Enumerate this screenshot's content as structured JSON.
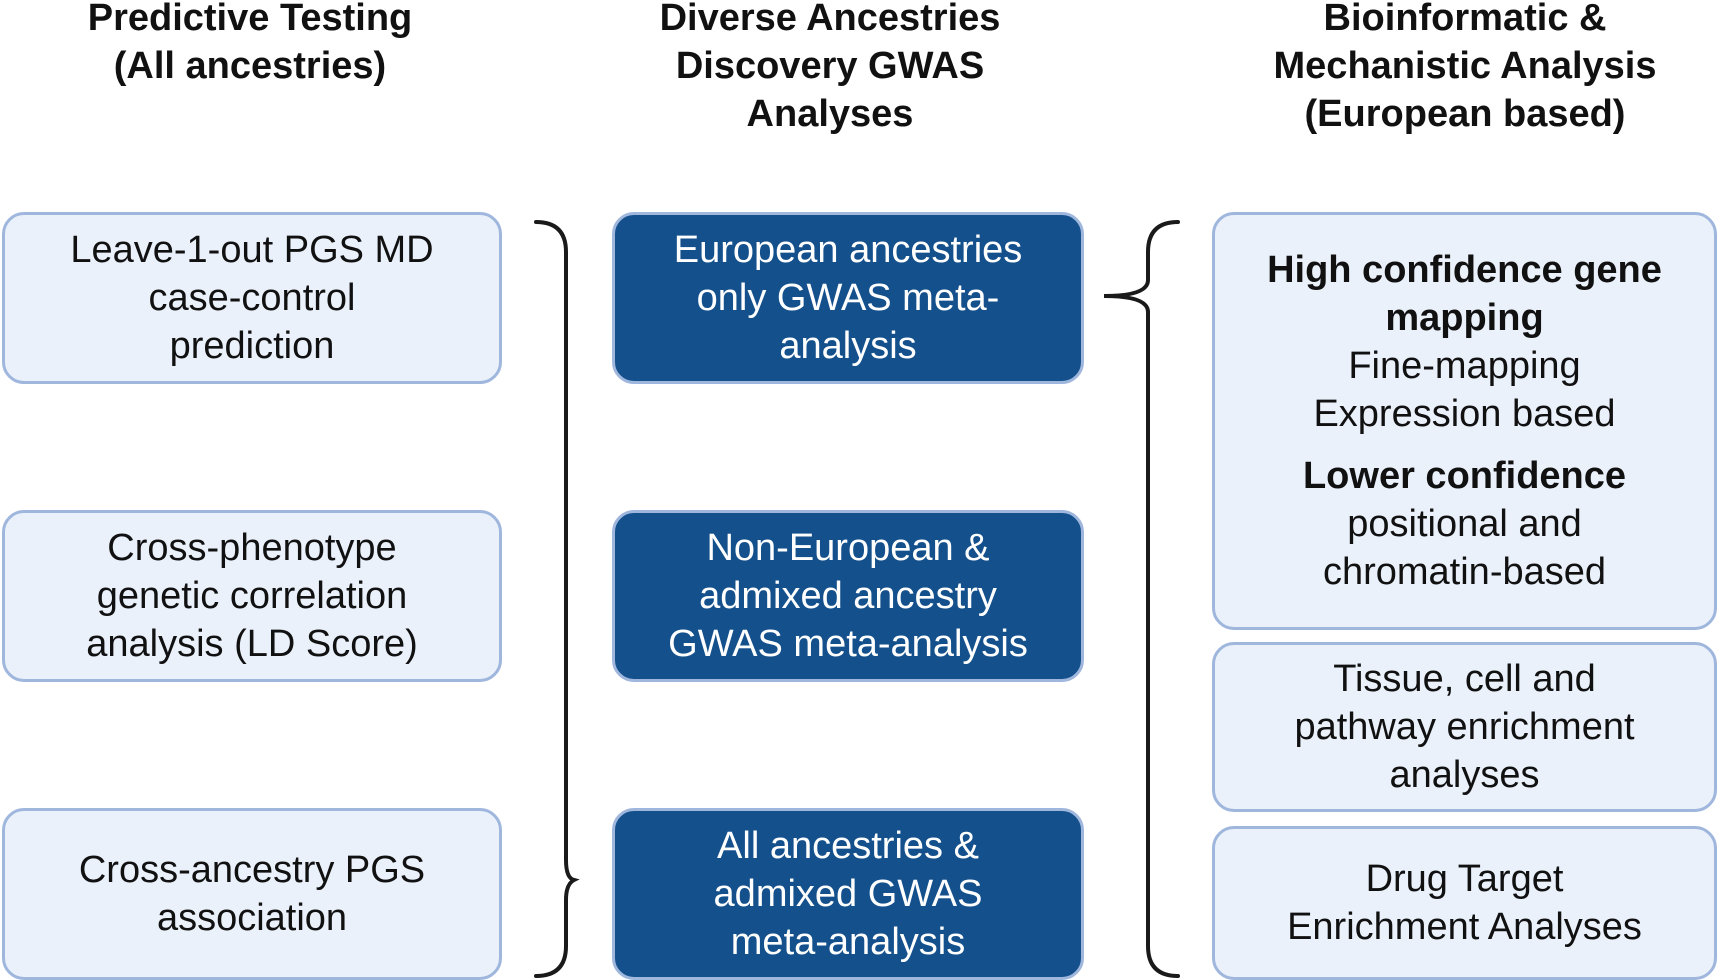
{
  "headings": {
    "left": [
      "Predictive Testing",
      "(All ancestries)"
    ],
    "middle": [
      "Diverse Ancestries",
      "Discovery GWAS",
      "Analyses"
    ],
    "right": [
      "Bioinformatic &",
      "Mechanistic Analysis",
      "(European based)"
    ]
  },
  "left_boxes": [
    {
      "lines": [
        "Leave-1-out  PGS MD",
        "case-control",
        "prediction"
      ]
    },
    {
      "lines": [
        "Cross-phenotype",
        "genetic correlation",
        "analysis (LD Score)"
      ]
    },
    {
      "lines": [
        "Cross-ancestry PGS",
        "association"
      ]
    }
  ],
  "middle_boxes": [
    {
      "lines": [
        "European ancestries",
        "only GWAS meta-",
        "analysis"
      ]
    },
    {
      "lines": [
        "Non-European &",
        "admixed ancestry",
        "GWAS meta-analysis"
      ]
    },
    {
      "lines": [
        "All ancestries &",
        "admixed GWAS",
        "meta-analysis"
      ]
    }
  ],
  "right_boxes": {
    "gene_mapping": {
      "high_title": [
        "High confidence gene",
        "mapping"
      ],
      "high_items": [
        "Fine-mapping",
        "Expression based"
      ],
      "low_title": "Lower confidence",
      "low_items": [
        "positional and",
        "chromatin-based"
      ]
    },
    "enrichment": {
      "lines": [
        "Tissue, cell and",
        "pathway enrichment",
        "analyses"
      ]
    },
    "drug": {
      "lines": [
        "Drug Target",
        "Enrichment Analyses"
      ]
    }
  },
  "colors": {
    "dark_box": "#14508c",
    "light_box": "#eaf1fb",
    "border": "#9fb6dd",
    "brace": "#1a1a1a"
  }
}
